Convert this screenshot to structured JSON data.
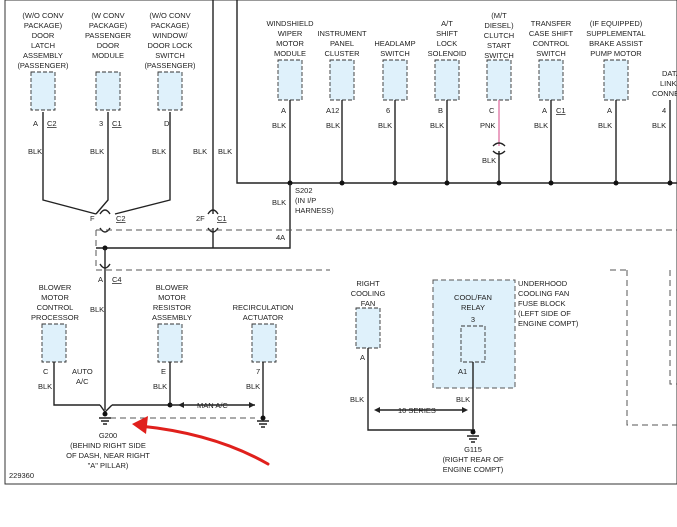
{
  "figure_id": "229360",
  "connectors": [
    {
      "key": "door-latch-assembly",
      "lines": [
        "(W/O CONV",
        "PACKAGE)",
        "DOOR",
        "LATCH",
        "ASSEMBLY",
        "(PASSENGER)"
      ],
      "pin": "A",
      "conn": "C2",
      "wire": "BLK"
    },
    {
      "key": "passenger-door-module",
      "lines": [
        "(W CONV",
        "PACKAGE)",
        "PASSENGER",
        "DOOR",
        "MODULE"
      ],
      "pin": "3",
      "conn": "C1",
      "wire": "BLK"
    },
    {
      "key": "window-door-lock-switch",
      "lines": [
        "(W/O CONV",
        "PACKAGE)",
        "WINDOW/",
        "DOOR LOCK",
        "SWITCH",
        "(PASSENGER)"
      ],
      "pin": "D",
      "conn": "",
      "wire": "BLK"
    },
    {
      "key": "windshield-wiper-motor-module",
      "lines": [
        "WINDSHIELD",
        "WIPER",
        "MOTOR",
        "MODULE"
      ],
      "pin": "A",
      "conn": "",
      "wire": "BLK"
    },
    {
      "key": "instrument-panel-cluster",
      "lines": [
        "INSTRUMENT",
        "PANEL",
        "CLUSTER"
      ],
      "pin": "A12",
      "conn": "",
      "wire": "BLK"
    },
    {
      "key": "headlamp-switch",
      "lines": [
        "HEADLAMP",
        "SWITCH"
      ],
      "pin": "6",
      "conn": "",
      "wire": "BLK"
    },
    {
      "key": "at-shift-lock-solenoid",
      "lines": [
        "A/T",
        "SHIFT",
        "LOCK",
        "SOLENOID"
      ],
      "pin": "B",
      "conn": "",
      "wire": "BLK"
    },
    {
      "key": "clutch-start-switch",
      "lines": [
        "(M/T",
        "DIESEL)",
        "CLUTCH",
        "START",
        "SWITCH"
      ],
      "pin": "C",
      "conn": "",
      "wire": "PNK",
      "wire2": "BLK"
    },
    {
      "key": "transfer-case-shift-control-switch",
      "lines": [
        "TRANSFER",
        "CASE SHIFT",
        "CONTROL",
        "SWITCH"
      ],
      "pin": "A",
      "conn": "C1",
      "wire": "BLK"
    },
    {
      "key": "brake-assist-pump-motor",
      "lines": [
        "(IF EQUIPPED)",
        "SUPPLEMENTAL",
        "BRAKE ASSIST",
        "PUMP MOTOR"
      ],
      "pin": "A",
      "conn": "",
      "wire": "BLK"
    },
    {
      "key": "data-link-connector",
      "lines": [
        "DATA",
        "LINK",
        "CONNEC"
      ],
      "pin": "4",
      "conn": "",
      "wire": "BLK"
    },
    {
      "key": "blower-motor-control-processor",
      "lines": [
        "BLOWER",
        "MOTOR",
        "CONTROL",
        "PROCESSOR"
      ],
      "pin": "C",
      "conn": "",
      "wire": "BLK"
    },
    {
      "key": "blower-motor-resistor-assembly",
      "lines": [
        "BLOWER",
        "MOTOR",
        "RESISTOR",
        "ASSEMBLY"
      ],
      "pin": "E",
      "conn": "",
      "wire": "BLK"
    },
    {
      "key": "recirculation-actuator",
      "lines": [
        "RECIRCULATION",
        "ACTUATOR"
      ],
      "pin": "7",
      "conn": "",
      "wire": "BLK"
    },
    {
      "key": "right-cooling-fan",
      "lines": [
        "RIGHT",
        "COOLING",
        "FAN"
      ],
      "pin": "A",
      "conn": "",
      "wire": "BLK"
    },
    {
      "key": "cool-fan-relay",
      "lines": [
        "COOL/FAN",
        "RELAY"
      ],
      "pin": "A1",
      "conn": "",
      "pin_top": "3",
      "wire": "BLK"
    }
  ],
  "fuse_block": {
    "lines": [
      "UNDERHOOD",
      "COOLING FAN",
      "FUSE BLOCK",
      "(LEFT SIDE OF",
      "ENGINE COMPT)"
    ]
  },
  "splice": {
    "lines": [
      "S202",
      "(IN I/P",
      "HARNESS)"
    ]
  },
  "wire_labels": {
    "blk": "BLK",
    "auto_ac": [
      "AUTO",
      "A/C"
    ],
    "man_ac": "MAN A/C",
    "ten_series": "10 SERIES",
    "pin_f": "F",
    "pin_2f": "2F",
    "pin_4a": "4A",
    "pin_a": "A",
    "conn_c2": "C2",
    "conn_c1": "C1",
    "conn_c4": "C4"
  },
  "grounds": {
    "g200": {
      "lines": [
        "G200",
        "(BEHIND RIGHT SIDE",
        "OF DASH, NEAR RIGHT",
        "\"A\" PILLAR)"
      ]
    },
    "g115": {
      "lines": [
        "G115",
        "(RIGHT REAR OF",
        "ENGINE COMPT)"
      ]
    }
  },
  "colors": {
    "wire": "#222222",
    "component_fill": "#dff1fb",
    "pnk_wire": "#e07aa8",
    "annotation_arrow": "#e0201c"
  }
}
